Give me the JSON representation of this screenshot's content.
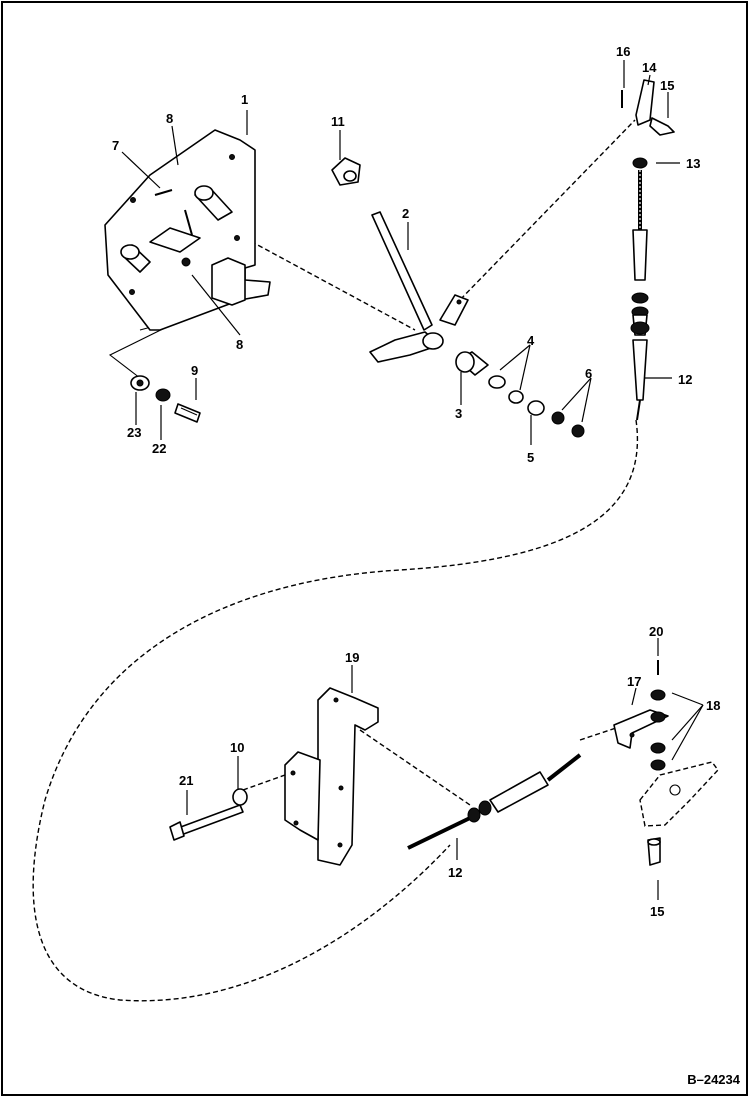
{
  "diagram": {
    "reference": "B–24234",
    "callouts": [
      {
        "id": "c1",
        "text": "1"
      },
      {
        "id": "c2",
        "text": "2"
      },
      {
        "id": "c3",
        "text": "3"
      },
      {
        "id": "c4",
        "text": "4"
      },
      {
        "id": "c5",
        "text": "5"
      },
      {
        "id": "c6",
        "text": "6"
      },
      {
        "id": "c7",
        "text": "7"
      },
      {
        "id": "c8a",
        "text": "8"
      },
      {
        "id": "c8b",
        "text": "8"
      },
      {
        "id": "c9",
        "text": "9"
      },
      {
        "id": "c10",
        "text": "10"
      },
      {
        "id": "c11",
        "text": "11"
      },
      {
        "id": "c12a",
        "text": "12"
      },
      {
        "id": "c12b",
        "text": "12"
      },
      {
        "id": "c13",
        "text": "13"
      },
      {
        "id": "c14",
        "text": "14"
      },
      {
        "id": "c15a",
        "text": "15"
      },
      {
        "id": "c15b",
        "text": "15"
      },
      {
        "id": "c16",
        "text": "16"
      },
      {
        "id": "c17",
        "text": "17"
      },
      {
        "id": "c18",
        "text": "18"
      },
      {
        "id": "c19",
        "text": "19"
      },
      {
        "id": "c20",
        "text": "20"
      },
      {
        "id": "c21",
        "text": "21"
      },
      {
        "id": "c22",
        "text": "22"
      },
      {
        "id": "c23",
        "text": "23"
      }
    ]
  }
}
